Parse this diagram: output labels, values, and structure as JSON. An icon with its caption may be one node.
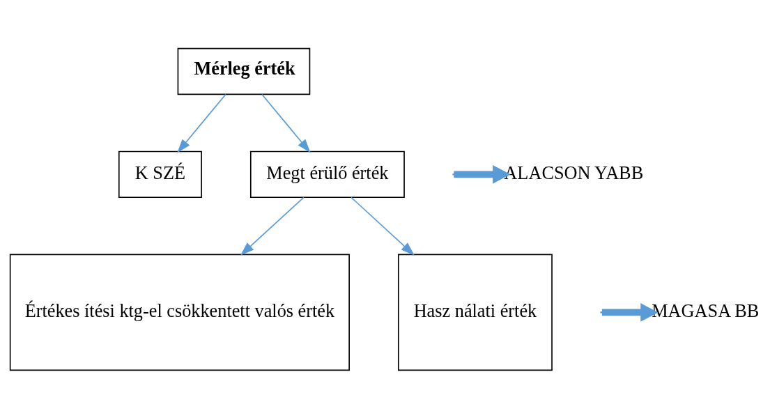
{
  "diagram": {
    "nodes": [
      {
        "text": [
          "Mérleg érték"
        ]
      },
      {
        "text": [
          "K SZÉ"
        ]
      },
      {
        "text": [
          "Megt érülő érték"
        ]
      },
      {
        "text": [
          "ALACSON YABB"
        ]
      },
      {
        "text": [
          "Értékes ítési ktg-el csökkentett valós érték"
        ]
      },
      {
        "text": [
          "Hasz nálati érték"
        ]
      },
      {
        "text": [
          "MAGASA BB"
        ]
      }
    ],
    "edges": [
      {
        "from": 0,
        "to": 1,
        "arrow": "to"
      },
      {
        "from": 0,
        "to": 2,
        "arrow": "to"
      },
      {
        "from": 2,
        "to": 4,
        "arrow": "to"
      },
      {
        "from": 2,
        "to": 5,
        "arrow": "to"
      },
      {
        "from": null,
        "to": 3,
        "arrow": "to",
        "style": "thick"
      },
      {
        "from": null,
        "to": 6,
        "arrow": "to",
        "style": "thick"
      }
    ]
  }
}
